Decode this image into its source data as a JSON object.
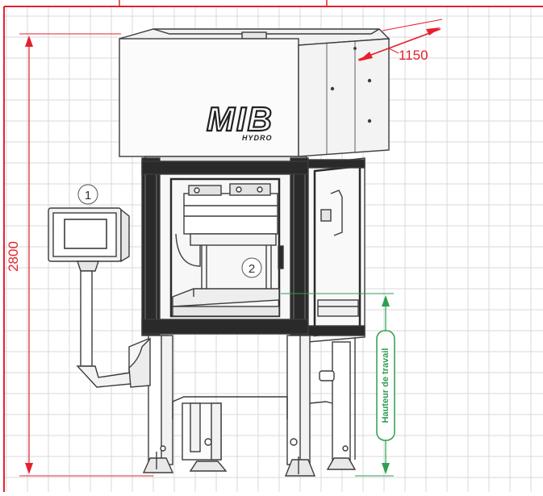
{
  "dimensions": {
    "height_label": "2800",
    "depth_label": "1150",
    "working_height_label": "Hauteur de travail"
  },
  "callouts": {
    "panel_number": "1",
    "tooling_number": "2"
  },
  "branding": {
    "logo_text": "MIB",
    "logo_subtext": "HYDRO"
  },
  "colors": {
    "dimension_red": "#e5202e",
    "dimension_green": "#2e9e4f",
    "grid": "#d9d9d9",
    "frame_dark": "#2a2a2a",
    "outline": "#3c3c3c",
    "panel_fill": "#f4f4f4"
  }
}
